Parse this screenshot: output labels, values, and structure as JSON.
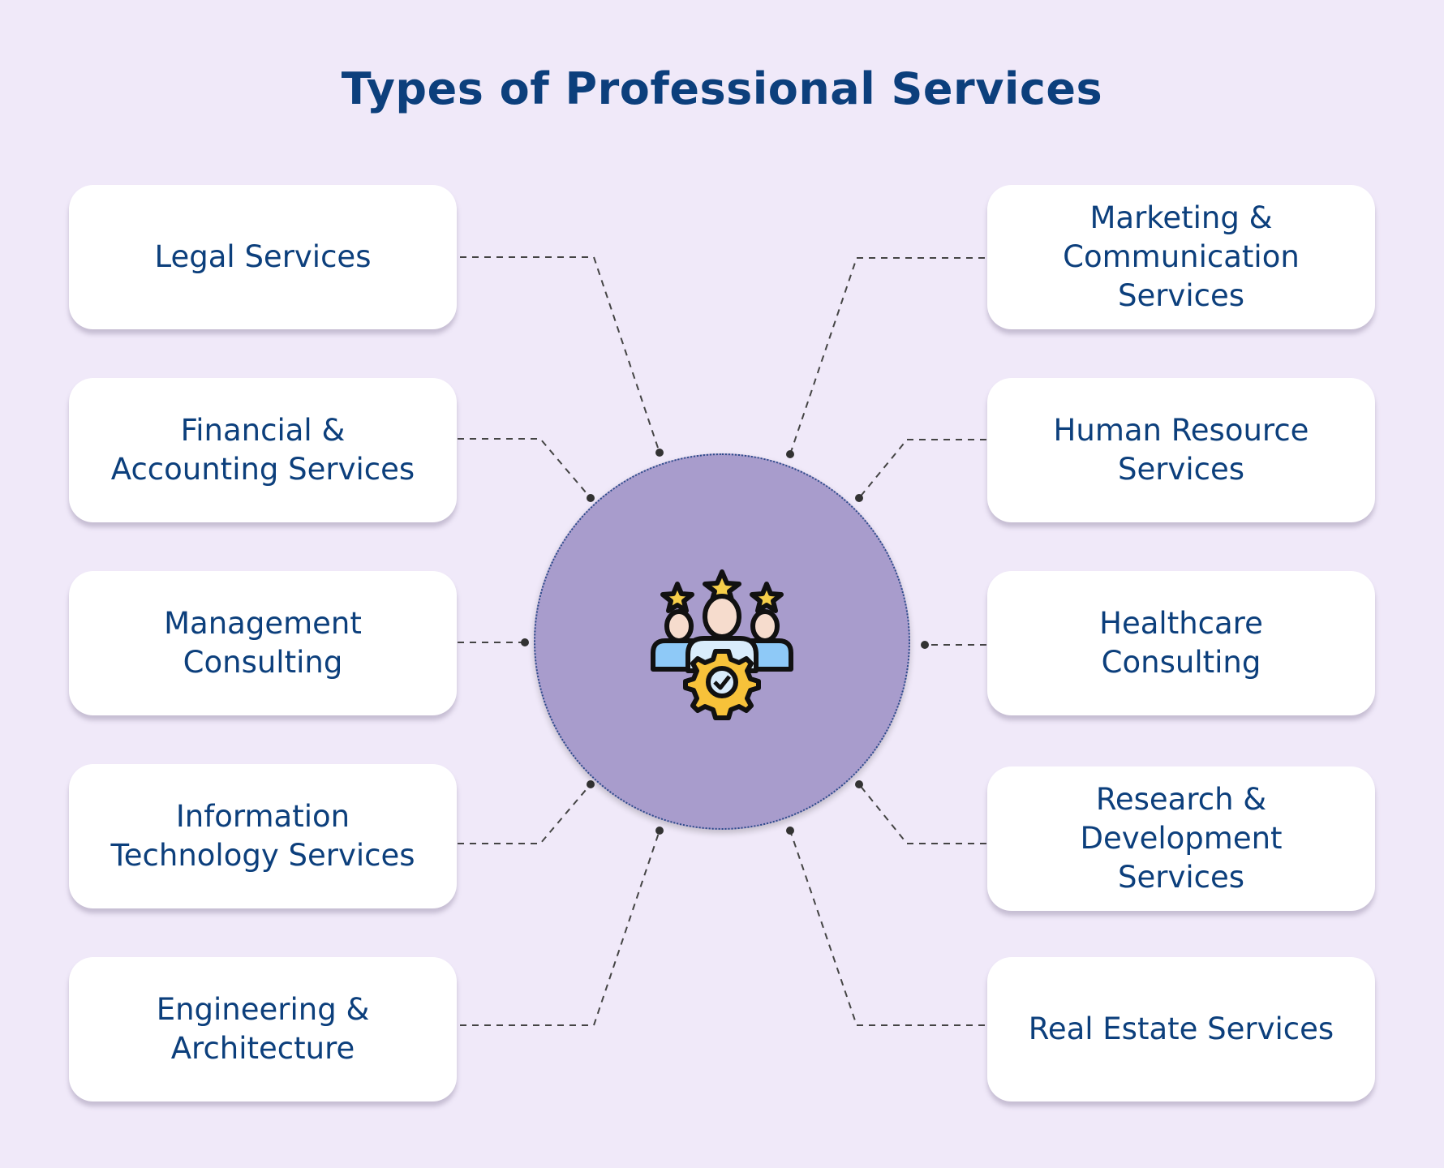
{
  "title": "Types of Professional Services",
  "left_items": [
    {
      "label": "Legal Services"
    },
    {
      "label": "Financial &\nAccounting Services"
    },
    {
      "label": "Management\nConsulting"
    },
    {
      "label": "Information\nTechnology Services"
    },
    {
      "label": "Engineering &\nArchitecture"
    }
  ],
  "right_items": [
    {
      "label": "Marketing &\nCommunication\nServices"
    },
    {
      "label": "Human Resource\nServices"
    },
    {
      "label": "Healthcare\nConsulting"
    },
    {
      "label": "Research &\nDevelopment\nServices"
    },
    {
      "label": "Real Estate Services"
    }
  ],
  "center_icon": "team-with-stars-and-gear-icon",
  "colors": {
    "background": "#f0e9f9",
    "circle": "#a89ccc",
    "text": "#0c3f7c"
  }
}
